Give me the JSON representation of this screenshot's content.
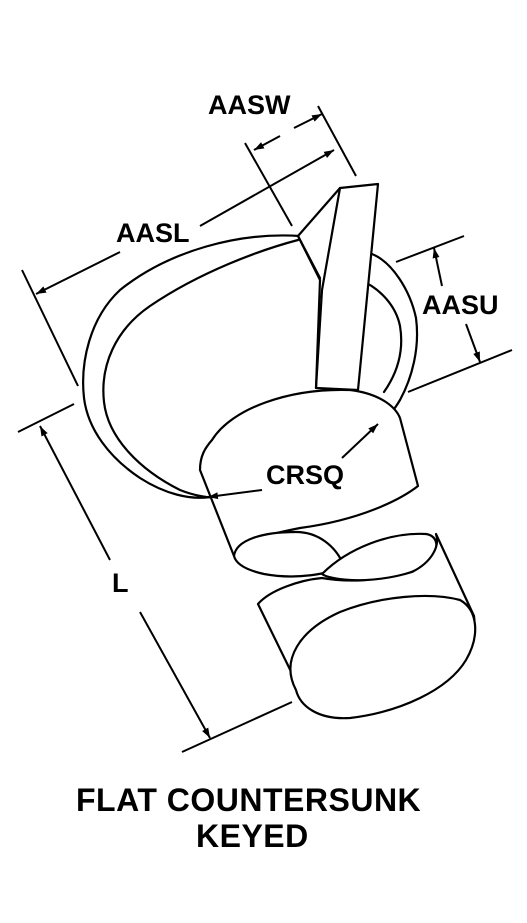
{
  "labels": {
    "aasw": "AASW",
    "aasl": "AASL",
    "aasu": "AASU",
    "crsq": "CRSQ",
    "l": "L"
  },
  "caption": {
    "line1": "FLAT COUNTERSUNK",
    "line2": "KEYED"
  }
}
